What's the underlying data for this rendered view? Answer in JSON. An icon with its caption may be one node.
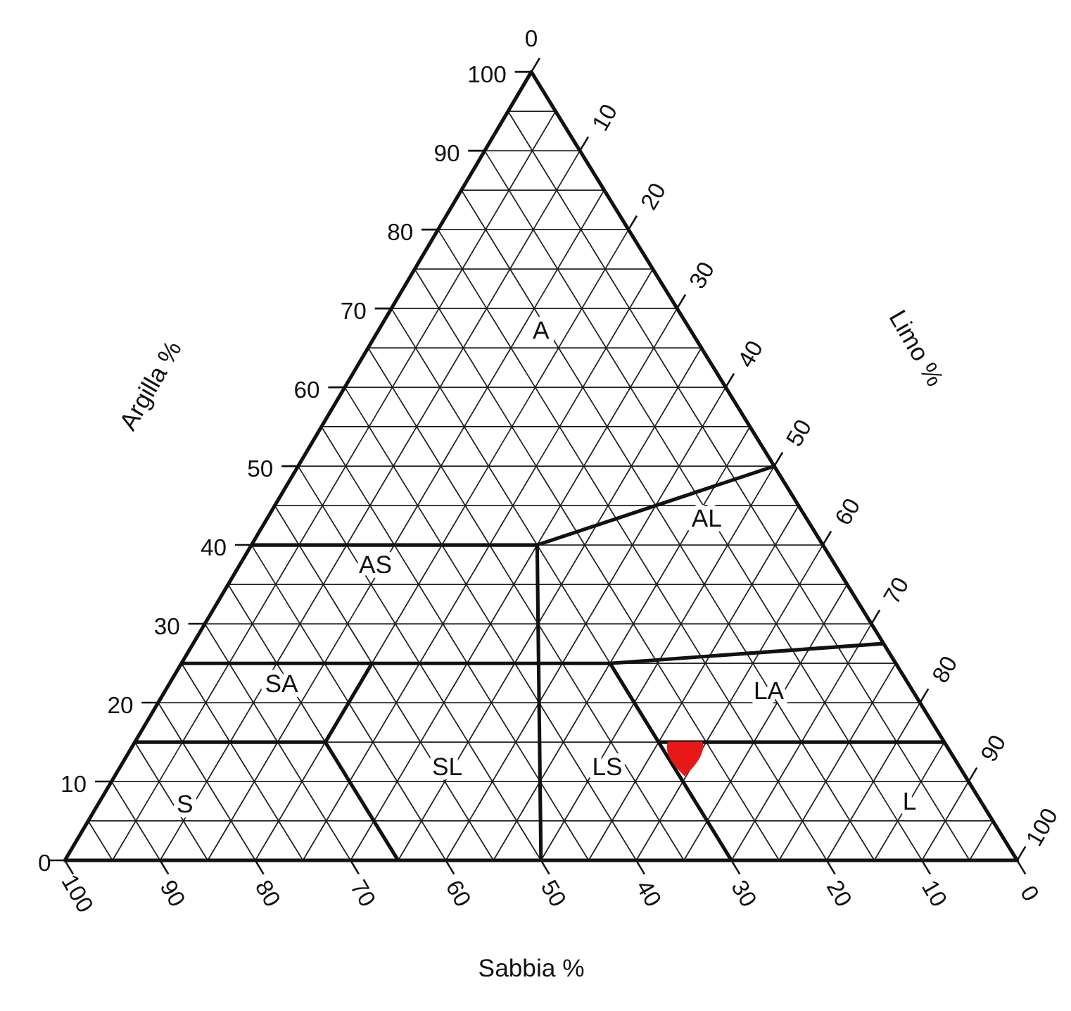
{
  "diagram": {
    "labels": [
      "100",
      "90",
      "80",
      "70",
      "60",
      "50",
      "40",
      "30",
      "20",
      "10",
      "0",
      "0",
      "10",
      "20",
      "30",
      "40",
      "50",
      "60",
      "70",
      "80",
      "90",
      "100",
      "100",
      "90",
      "80",
      "70",
      "60",
      "50",
      "40",
      "30",
      "20",
      "10",
      "0",
      "Argilla %",
      "Limo %",
      "Sabbia %",
      "A",
      "AL",
      "AS",
      "SA",
      "LA",
      "SL",
      "LS",
      "S",
      "L"
    ]
  }
}
